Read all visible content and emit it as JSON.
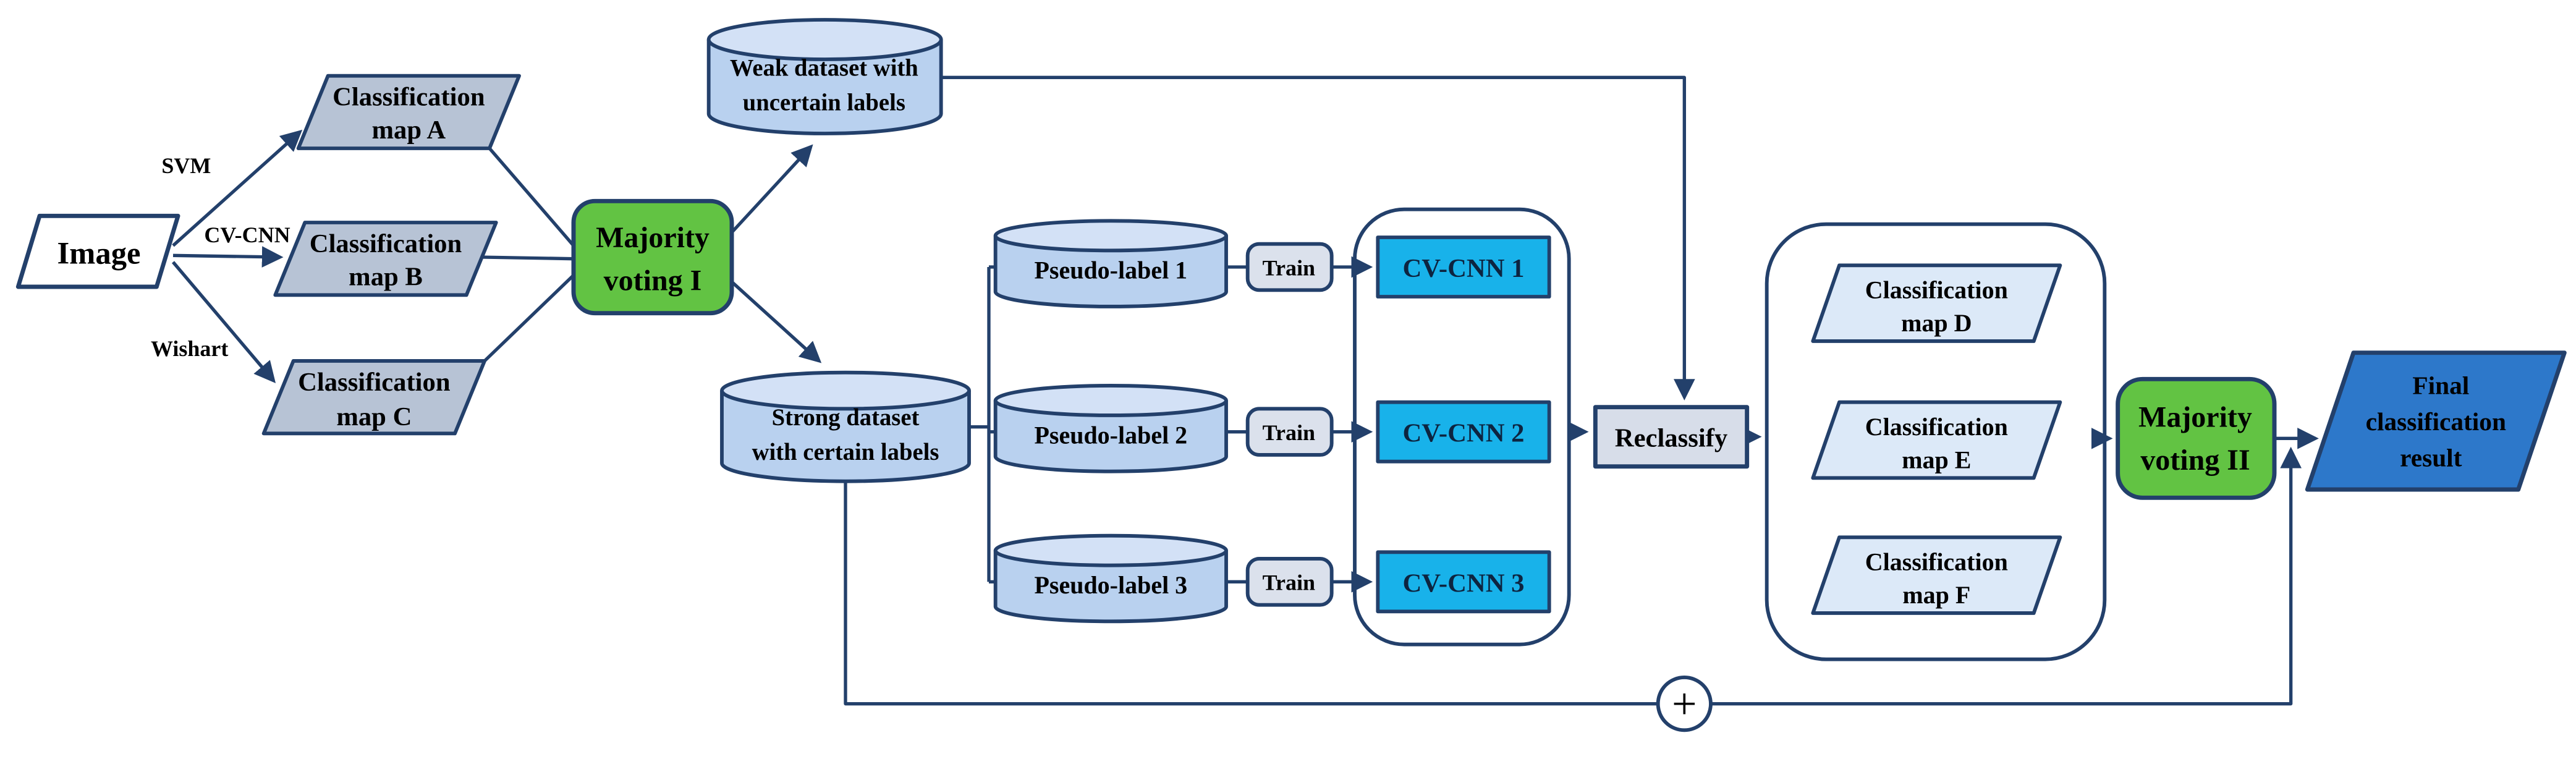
{
  "diagram": {
    "colors": {
      "background": "#ffffff",
      "stroke": "#23406b",
      "image_fill": "#ffffff",
      "map_abc_fill": "#b7c3d5",
      "cylinder_fill": "#b9d1ef",
      "cylinder_top_fill": "#d3e1f6",
      "majority_fill": "#62c343",
      "cv_cnn_fill": "#18b2ea",
      "train_fill": "#dbe1ec",
      "reclassify_fill": "#d7dde9",
      "map_def_fill": "#dce9f8",
      "final_fill": "#2d78ca"
    },
    "edge_labels": {
      "svm": "SVM",
      "cv_cnn": "CV-CNN",
      "wishart": "Wishart"
    },
    "nodes": {
      "image": {
        "label": "Image"
      },
      "map_a": {
        "lines": [
          "Classification",
          "map A"
        ]
      },
      "map_b": {
        "lines": [
          "Classification",
          "map B"
        ]
      },
      "map_c": {
        "lines": [
          "Classification",
          "map C"
        ]
      },
      "majority_voting_1": {
        "lines": [
          "Majority",
          "voting I"
        ]
      },
      "weak_dataset": {
        "lines": [
          "Weak dataset with",
          "uncertain labels"
        ]
      },
      "strong_dataset": {
        "lines": [
          "Strong dataset",
          "with certain labels"
        ]
      },
      "pseudo_label_1": {
        "label": "Pseudo-label 1"
      },
      "pseudo_label_2": {
        "label": "Pseudo-label 2"
      },
      "pseudo_label_3": {
        "label": "Pseudo-label 3"
      },
      "train": {
        "label": "Train"
      },
      "cv_cnn_1": {
        "label": "CV-CNN 1"
      },
      "cv_cnn_2": {
        "label": "CV-CNN 2"
      },
      "cv_cnn_3": {
        "label": "CV-CNN 3"
      },
      "reclassify": {
        "label": "Reclassify"
      },
      "map_d": {
        "lines": [
          "Classification",
          "map D"
        ]
      },
      "map_e": {
        "lines": [
          "Classification",
          "map E"
        ]
      },
      "map_f": {
        "lines": [
          "Classification",
          "map F"
        ]
      },
      "majority_voting_2": {
        "lines": [
          "Majority",
          "voting II"
        ]
      },
      "final_result": {
        "lines": [
          "Final",
          "classification",
          "result"
        ]
      },
      "sum": {
        "symbol": "+"
      }
    }
  }
}
